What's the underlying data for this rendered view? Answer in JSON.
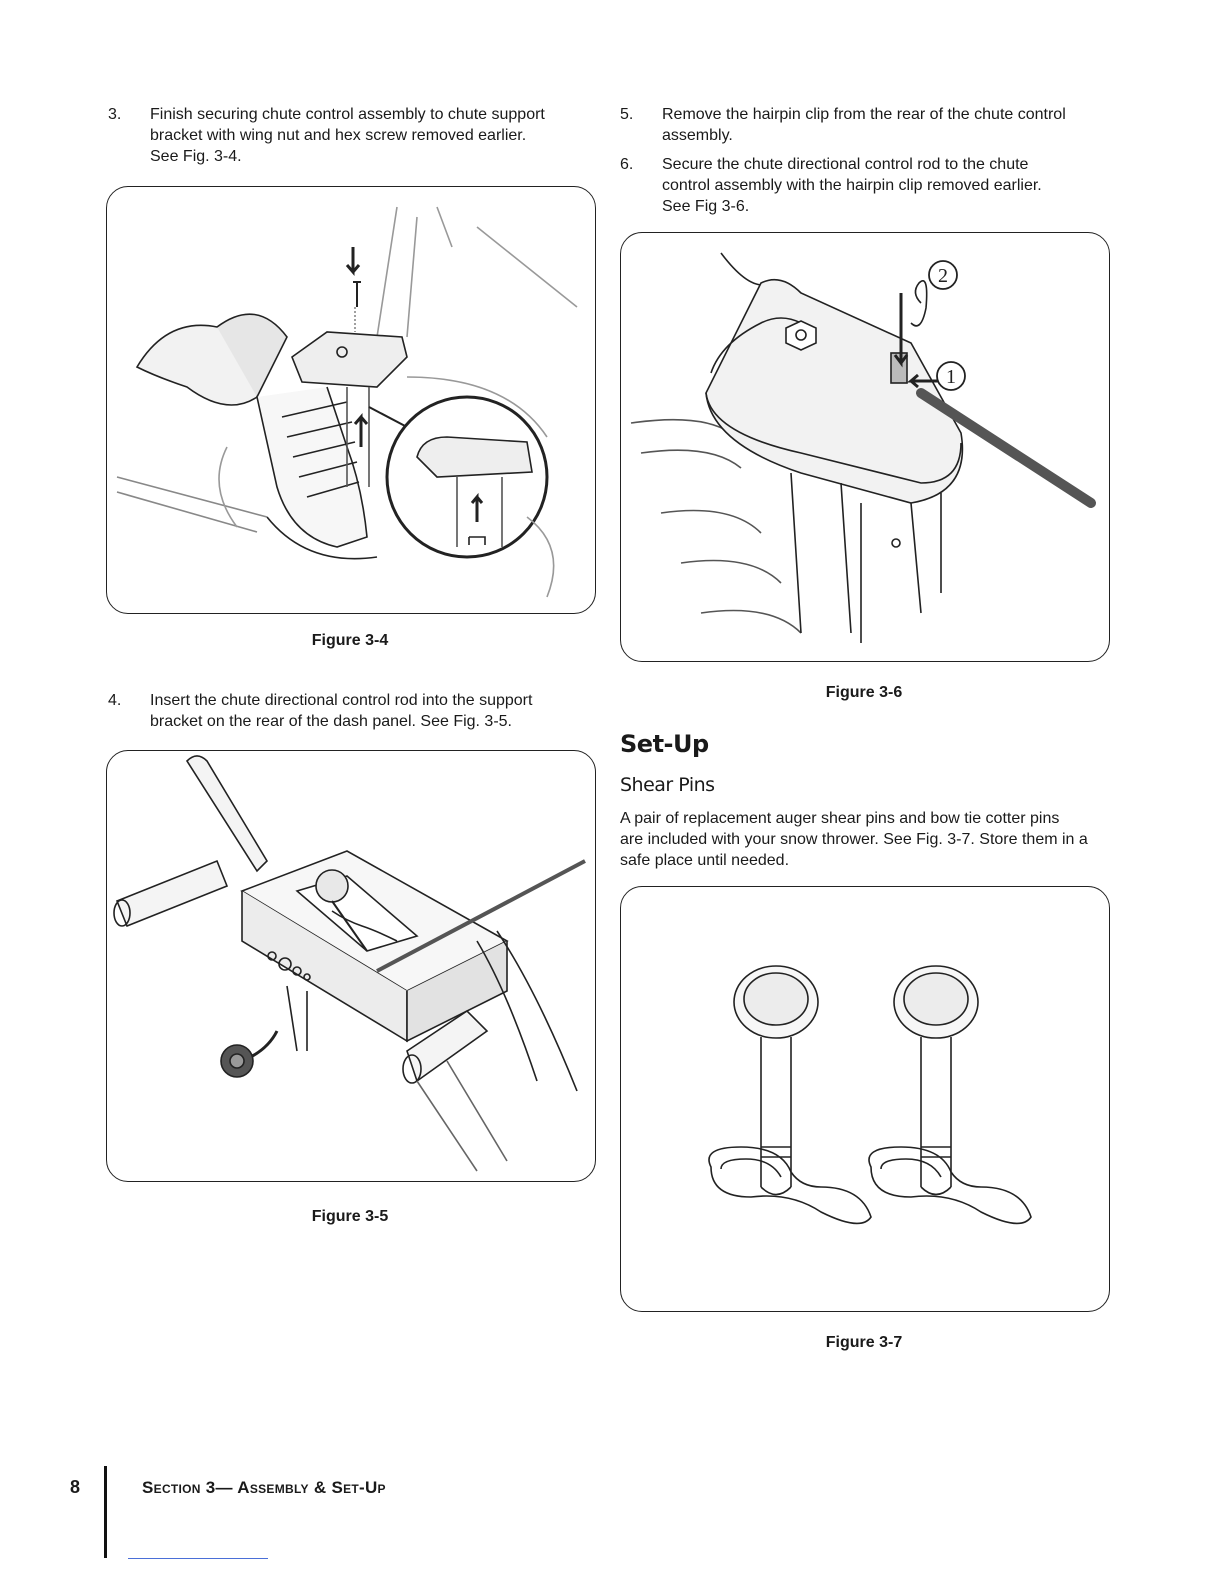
{
  "steps": [
    {
      "num": "3.",
      "lines": [
        "Finish securing chute control assembly to chute support",
        "bracket with wing nut and hex screw removed earlier.",
        "See Fig. 3-4."
      ]
    },
    {
      "num": "4.",
      "lines": [
        "Insert the chute directional control rod into the support",
        "bracket on the rear of the dash panel. See Fig. 3-5."
      ]
    },
    {
      "num": "5.",
      "lines": [
        "Remove the hairpin clip from the rear of the chute control",
        "assembly."
      ]
    },
    {
      "num": "6.",
      "lines": [
        "Secure the chute directional control rod to the chute",
        "control assembly with the hairpin clip removed earlier.",
        "See Fig 3-6."
      ]
    }
  ],
  "figures": {
    "fig34": "Figure 3-4",
    "fig35": "Figure 3-5",
    "fig36": "Figure 3-6",
    "fig37": "Figure 3-7"
  },
  "callouts": {
    "one": "1",
    "two": "2"
  },
  "setup": {
    "heading": "Set-Up",
    "subheading": "Shear Pins",
    "paragraph": [
      "A pair of replacement auger shear pins and bow tie cotter pins",
      "are included with your snow thrower. See Fig. 3-7. Store them in a",
      "safe place until needed."
    ]
  },
  "footer": {
    "page": "8",
    "section": "Section 3— Assembly & Set-Up"
  }
}
